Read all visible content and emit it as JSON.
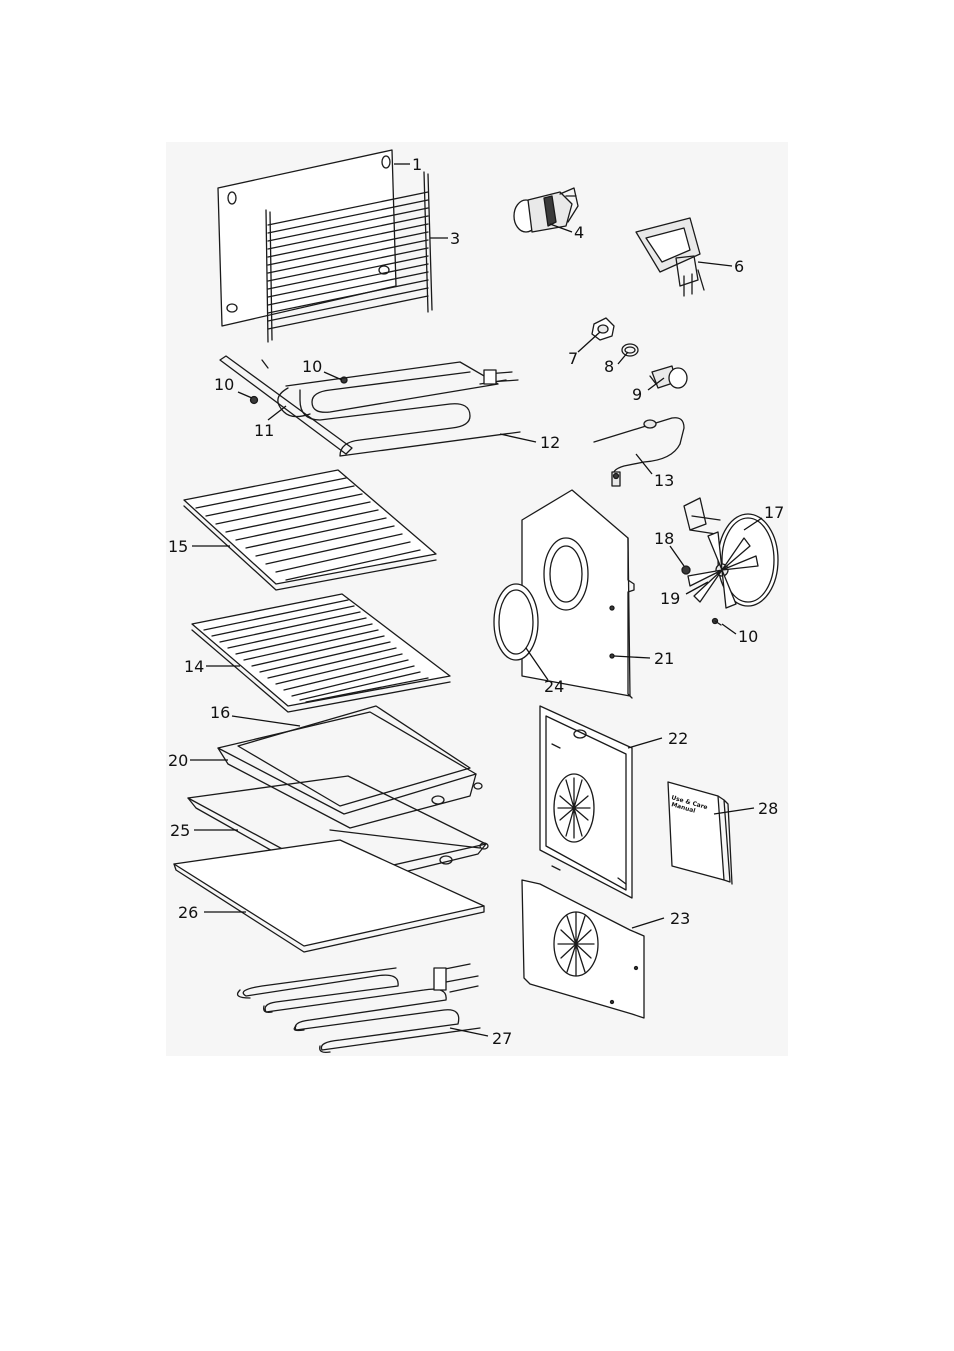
{
  "labels": {
    "l1": "1",
    "l3": "3",
    "l4": "4",
    "l6": "6",
    "l7": "7",
    "l8": "8",
    "l9": "9",
    "l10a": "10",
    "l10b": "10",
    "l10c": "10",
    "l11": "11",
    "l12": "12",
    "l13": "13",
    "l14": "14",
    "l15": "15",
    "l16": "16",
    "l17": "17",
    "l18": "18",
    "l19": "19",
    "l20": "20",
    "l21": "21",
    "l22": "22",
    "l23": "23",
    "l24": "24",
    "l25": "25",
    "l26": "26",
    "l27": "27",
    "l28": "28"
  },
  "manual": {
    "line1": "Use & Care",
    "line2": "Manual"
  }
}
